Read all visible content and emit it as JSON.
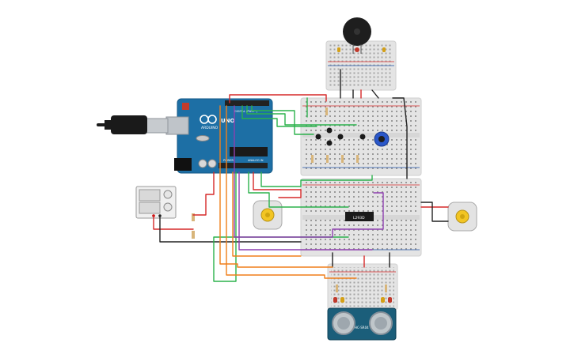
{
  "arduino": {
    "logo": "UNO",
    "brand": "ARDUINO",
    "header_digital": "DIGITAL (PWM~)",
    "header_power": "POWER",
    "header_analog": "ANALOG IN"
  },
  "driver_chip": {
    "label": "L293D"
  },
  "sonar": {
    "label": "HC-SR04"
  },
  "colors": {
    "wire_red": "#d62828",
    "wire_green": "#2bb24c",
    "wire_orange": "#f07f1a",
    "wire_purple": "#8e3fb0",
    "wire_black": "#222222",
    "board_blue": "#1d6fa5",
    "breadboard": "#e2e2e2",
    "sonar_board": "#1b5e7a",
    "motor_yellow": "#f2c523"
  },
  "icons": {
    "usb": "usb-cable-icon",
    "buzzer": "piezo-buzzer-icon",
    "motor": "dc-motor-icon",
    "pot": "potentiometer-icon",
    "battery": "battery-pack-icon"
  }
}
